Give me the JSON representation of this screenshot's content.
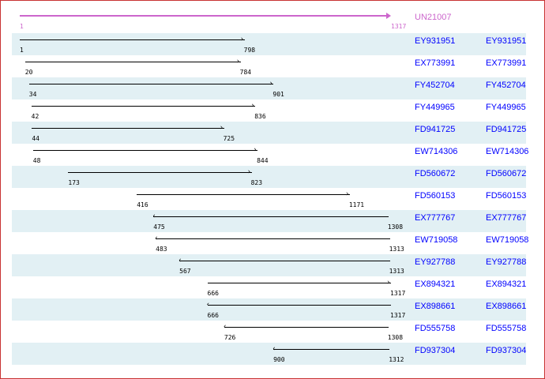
{
  "reference": {
    "id": "UN21007",
    "start": 1,
    "end": 1317,
    "color": "#cc66cc"
  },
  "link_color": "#0000ff",
  "shade_color": "#e2f0f4",
  "alignments": [
    {
      "id": "EY931951",
      "start": 1,
      "end": 798,
      "strand": "+"
    },
    {
      "id": "EX773991",
      "start": 20,
      "end": 784,
      "strand": "+"
    },
    {
      "id": "FY452704",
      "start": 34,
      "end": 901,
      "strand": "+"
    },
    {
      "id": "FY449965",
      "start": 42,
      "end": 836,
      "strand": "+"
    },
    {
      "id": "FD941725",
      "start": 44,
      "end": 725,
      "strand": "+"
    },
    {
      "id": "EW714306",
      "start": 48,
      "end": 844,
      "strand": "+"
    },
    {
      "id": "FD560672",
      "start": 173,
      "end": 823,
      "strand": "+"
    },
    {
      "id": "FD560153",
      "start": 416,
      "end": 1171,
      "strand": "+"
    },
    {
      "id": "EX777767",
      "start": 475,
      "end": 1308,
      "strand": "-"
    },
    {
      "id": "EW719058",
      "start": 483,
      "end": 1313,
      "strand": "-"
    },
    {
      "id": "EY927788",
      "start": 567,
      "end": 1313,
      "strand": "-"
    },
    {
      "id": "EX894321",
      "start": 666,
      "end": 1317,
      "strand": "+"
    },
    {
      "id": "EX898661",
      "start": 666,
      "end": 1317,
      "strand": "-"
    },
    {
      "id": "FD555758",
      "start": 726,
      "end": 1308,
      "strand": "-"
    },
    {
      "id": "FD937304",
      "start": 900,
      "end": 1312,
      "strand": "-"
    }
  ]
}
